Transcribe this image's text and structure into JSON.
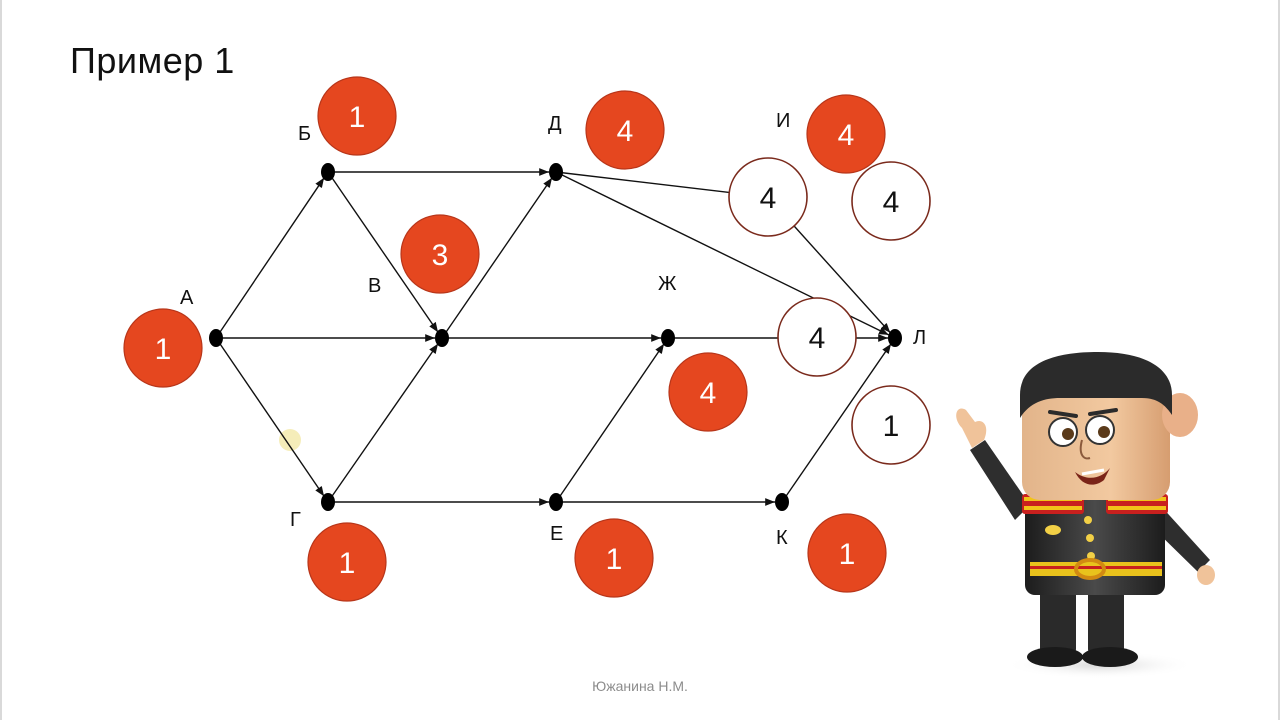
{
  "slide": {
    "title": "Пример 1",
    "footer": "Южанина Н.М."
  },
  "colors": {
    "badge_fill": "#e5471f",
    "badge_stroke": "#b8361a",
    "ring_stroke": "#7a2a1c",
    "node": "#000000",
    "edge": "#111111",
    "highlight": "#f3e9a8"
  },
  "nodes": [
    {
      "id": "A",
      "label": "А"
    },
    {
      "id": "B",
      "label": "Б"
    },
    {
      "id": "V",
      "label": "В"
    },
    {
      "id": "G",
      "label": "Г"
    },
    {
      "id": "D",
      "label": "Д"
    },
    {
      "id": "E",
      "label": "Е"
    },
    {
      "id": "Zh",
      "label": "Ж"
    },
    {
      "id": "I",
      "label": "И"
    },
    {
      "id": "K",
      "label": "К"
    },
    {
      "id": "L",
      "label": "Л"
    }
  ],
  "edges": [
    {
      "from": "A",
      "to": "B"
    },
    {
      "from": "A",
      "to": "V"
    },
    {
      "from": "A",
      "to": "G"
    },
    {
      "from": "B",
      "to": "V"
    },
    {
      "from": "B",
      "to": "D"
    },
    {
      "from": "G",
      "to": "V"
    },
    {
      "from": "G",
      "to": "E"
    },
    {
      "from": "V",
      "to": "D"
    },
    {
      "from": "V",
      "to": "Zh"
    },
    {
      "from": "E",
      "to": "Zh"
    },
    {
      "from": "E",
      "to": "K"
    },
    {
      "from": "D",
      "to": "L"
    },
    {
      "from": "Zh",
      "to": "L"
    },
    {
      "from": "K",
      "to": "L"
    },
    {
      "from": "D",
      "to": "I"
    },
    {
      "from": "I",
      "to": "L"
    }
  ],
  "badges": [
    {
      "node": "A",
      "value": "1"
    },
    {
      "node": "B",
      "value": "1"
    },
    {
      "node": "V",
      "value": "3"
    },
    {
      "node": "G",
      "value": "1"
    },
    {
      "node": "D",
      "value": "4"
    },
    {
      "node": "Zh",
      "value": "4"
    },
    {
      "node": "E",
      "value": "1"
    },
    {
      "node": "I",
      "value": "4"
    },
    {
      "node": "K",
      "value": "1"
    }
  ],
  "rings": [
    {
      "value": "4"
    },
    {
      "value": "4"
    },
    {
      "value": "4"
    },
    {
      "value": "1"
    }
  ]
}
